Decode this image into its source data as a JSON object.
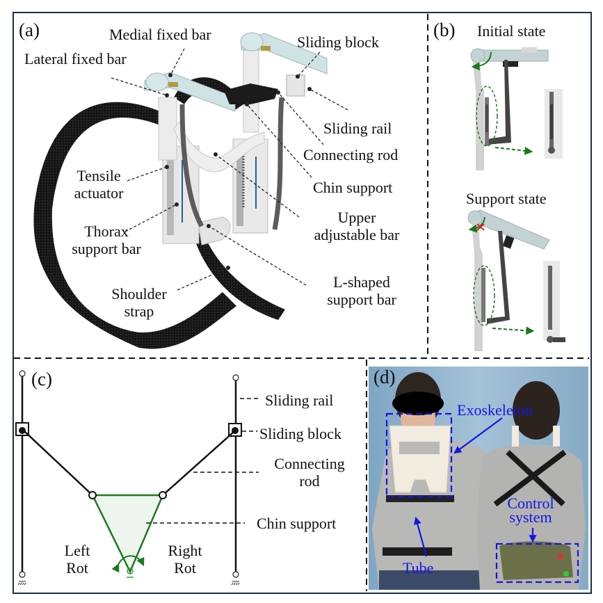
{
  "figure": {
    "panels": {
      "a": {
        "tag": "(a)",
        "labels": {
          "medial_fixed_bar": "Medial fixed bar",
          "lateral_fixed_bar": "Lateral fixed bar",
          "sliding_block": "Sliding block",
          "sliding_rail": "Sliding rail",
          "connecting_rod": "Connecting rod",
          "chin_support": "Chin support",
          "tensile_actuator": [
            "Tensile",
            "actuator"
          ],
          "upper_adjustable_bar": [
            "Upper",
            "adjustable bar"
          ],
          "thorax_support_bar": [
            "Thorax",
            "support bar"
          ],
          "l_shaped_support_bar": [
            "L-shaped",
            "support bar"
          ],
          "shoulder_strap": [
            "Shoulder",
            "strap"
          ]
        }
      },
      "b": {
        "tag": "(b)",
        "initial_state": "Initial state",
        "support_state": "Support state"
      },
      "c": {
        "tag": "(c)",
        "labels": {
          "sliding_rail": "Sliding rail",
          "sliding_block": "Sliding block",
          "connecting_rod": [
            "Connecting",
            "rod"
          ],
          "chin_support": "Chin support",
          "left_rot": [
            "Left",
            "Rot"
          ],
          "right_rot": [
            "Right",
            "Rot"
          ]
        }
      },
      "d": {
        "tag": "(d)",
        "labels": {
          "exoskeleton": "Exoskeleton",
          "tube": "Tube",
          "control_system": [
            "Control",
            "system"
          ]
        }
      }
    },
    "colors": {
      "frame": "#1c2e4a",
      "annotation_green": "#1a7a1a",
      "annotation_blue": "#1414e6",
      "cross_red": "#e02020",
      "bar_teal": "#c9dfe3",
      "photo_bg": "#8fb3cf"
    }
  }
}
